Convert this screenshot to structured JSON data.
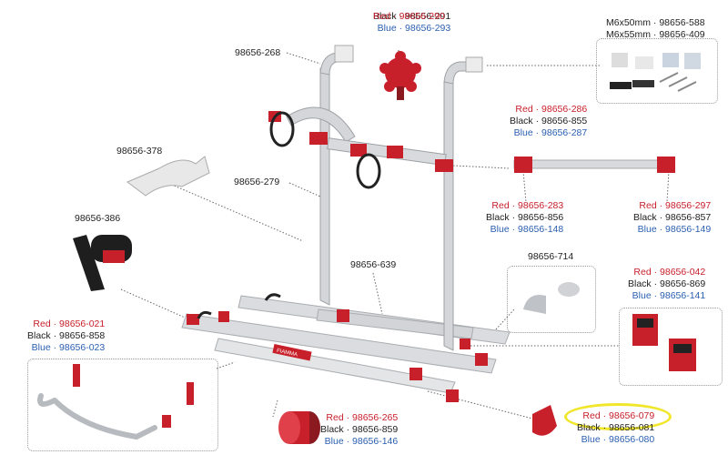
{
  "colors": {
    "red": "#c8202a",
    "black": "#222222",
    "blue": "#2a5fb0",
    "highlight": "#f0e62a",
    "aluminium": "#d4d6d9"
  },
  "labels": {
    "knob": {
      "red": "Red · 98656-290",
      "black": "Black · 98656-291",
      "blue": "Blue · 98656-293"
    },
    "top_bar": "98656-268",
    "screws": {
      "m50": "M6x50mm · 98656-588",
      "m55": "M6x55mm · 98656-409"
    },
    "clip": "98656-378",
    "upright": "98656-279",
    "cross_bar": {
      "red": "Red · 98656-286",
      "black": "Black · 98656-855",
      "blue": "Blue · 98656-287"
    },
    "strap": "98656-386",
    "end_left": {
      "red": "Red · 98656-283",
      "black": "Black · 98656-856",
      "blue": "Blue · 98656-148"
    },
    "end_right": {
      "red": "Red · 98656-297",
      "black": "Black · 98656-857",
      "blue": "Blue · 98656-149"
    },
    "rail": "98656-639",
    "caps": "98656-714",
    "foot": {
      "red": "Red · 98656-042",
      "black": "Black · 98656-869",
      "blue": "Blue · 98656-141"
    },
    "wheel_holder": {
      "red": "Red · 98656-021",
      "black": "Black · 98656-858",
      "blue": "Blue · 98656-023"
    },
    "stopper": {
      "red": "Red · 98656-265",
      "black": "Black · 98656-859",
      "blue": "Blue · 98656-146"
    },
    "rail_end": {
      "red": "Red · 98656-079",
      "black": "Black · 98656-081",
      "blue": "Blue · 98656-080"
    },
    "rail_sticker": "FIAMMA"
  }
}
